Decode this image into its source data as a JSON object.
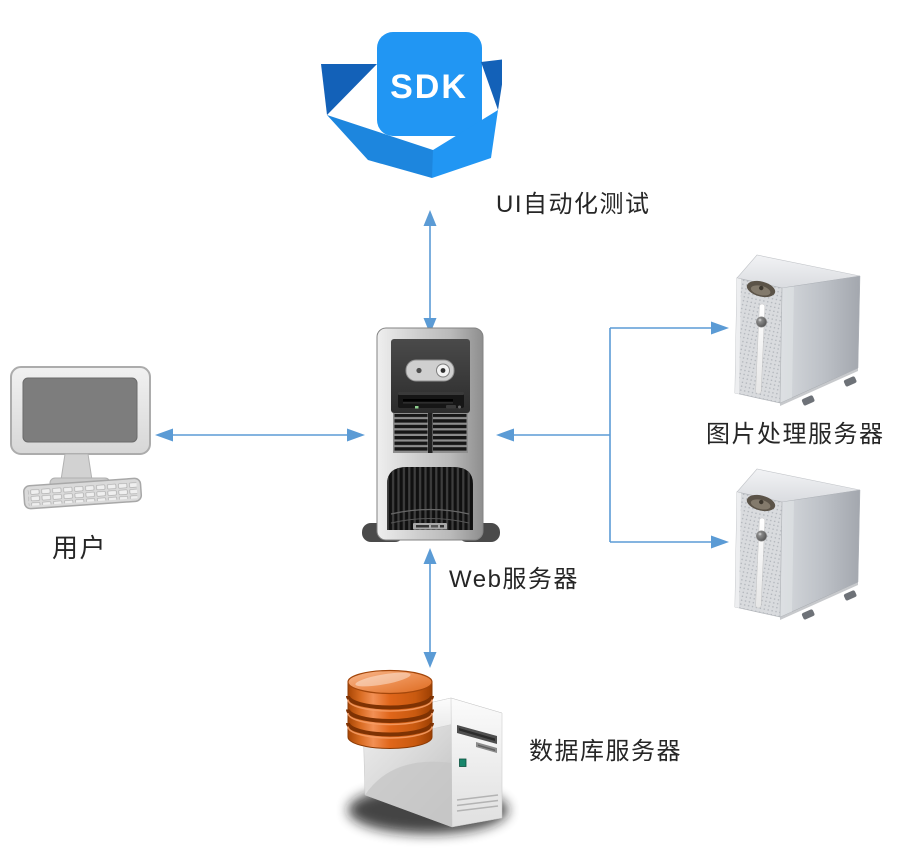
{
  "diagram": {
    "nodes": {
      "sdk": {
        "icon_text": "SDK",
        "label": "UI自动化测试"
      },
      "user": {
        "label": "用户"
      },
      "web_server": {
        "label": "Web服务器"
      },
      "image_server_1": {
        "label": "图片处理服务器"
      },
      "image_server_2": {
        "label": ""
      },
      "database_server": {
        "label": "数据库服务器"
      }
    },
    "edges": [
      {
        "from": "sdk",
        "to": "web_server",
        "style": "double-arrow"
      },
      {
        "from": "user",
        "to": "web_server",
        "style": "double-arrow"
      },
      {
        "from": "web_server",
        "to": "database_server",
        "style": "double-arrow"
      },
      {
        "from": "web_server",
        "to": "image_server_1",
        "style": "branch-arrow"
      },
      {
        "from": "web_server",
        "to": "image_server_2",
        "style": "branch-arrow"
      }
    ],
    "colors": {
      "background": "#FFFFFF",
      "arrow": "#5B9BD5",
      "text": "#262626",
      "sdk_blue": "#2196F3",
      "sdk_dark_blue": "#1361B8",
      "database_orange": "#DD6317"
    }
  }
}
